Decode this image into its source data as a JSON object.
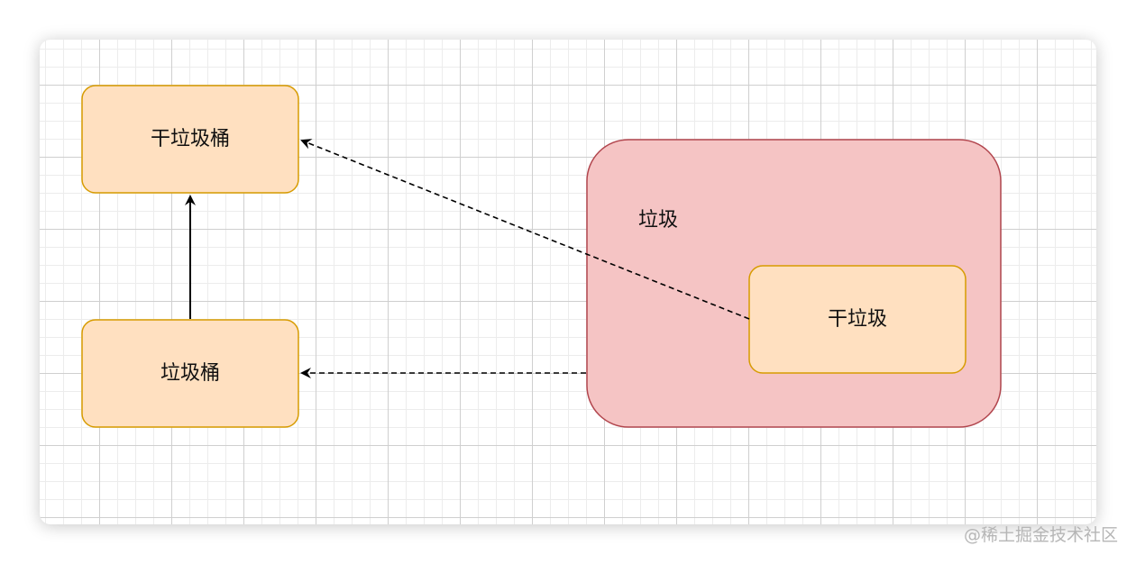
{
  "colors": {
    "node_fill": "#ffe0c0",
    "node_stroke": "#d79b00",
    "container_fill": "#f5c4c4",
    "container_stroke": "#b2464e",
    "edge": "#000000"
  },
  "nodes": {
    "dry_garbage_bin": "干垃圾桶",
    "garbage_bin": "垃圾桶",
    "garbage": "垃圾",
    "dry_garbage": "干垃圾"
  },
  "edges": [
    {
      "from": "垃圾桶",
      "to": "干垃圾桶",
      "style": "solid"
    },
    {
      "from": "干垃圾",
      "to": "干垃圾桶",
      "style": "dashed"
    },
    {
      "from": "垃圾",
      "to": "垃圾桶",
      "style": "dashed"
    }
  ],
  "watermark": "@稀土掘金技术社区"
}
